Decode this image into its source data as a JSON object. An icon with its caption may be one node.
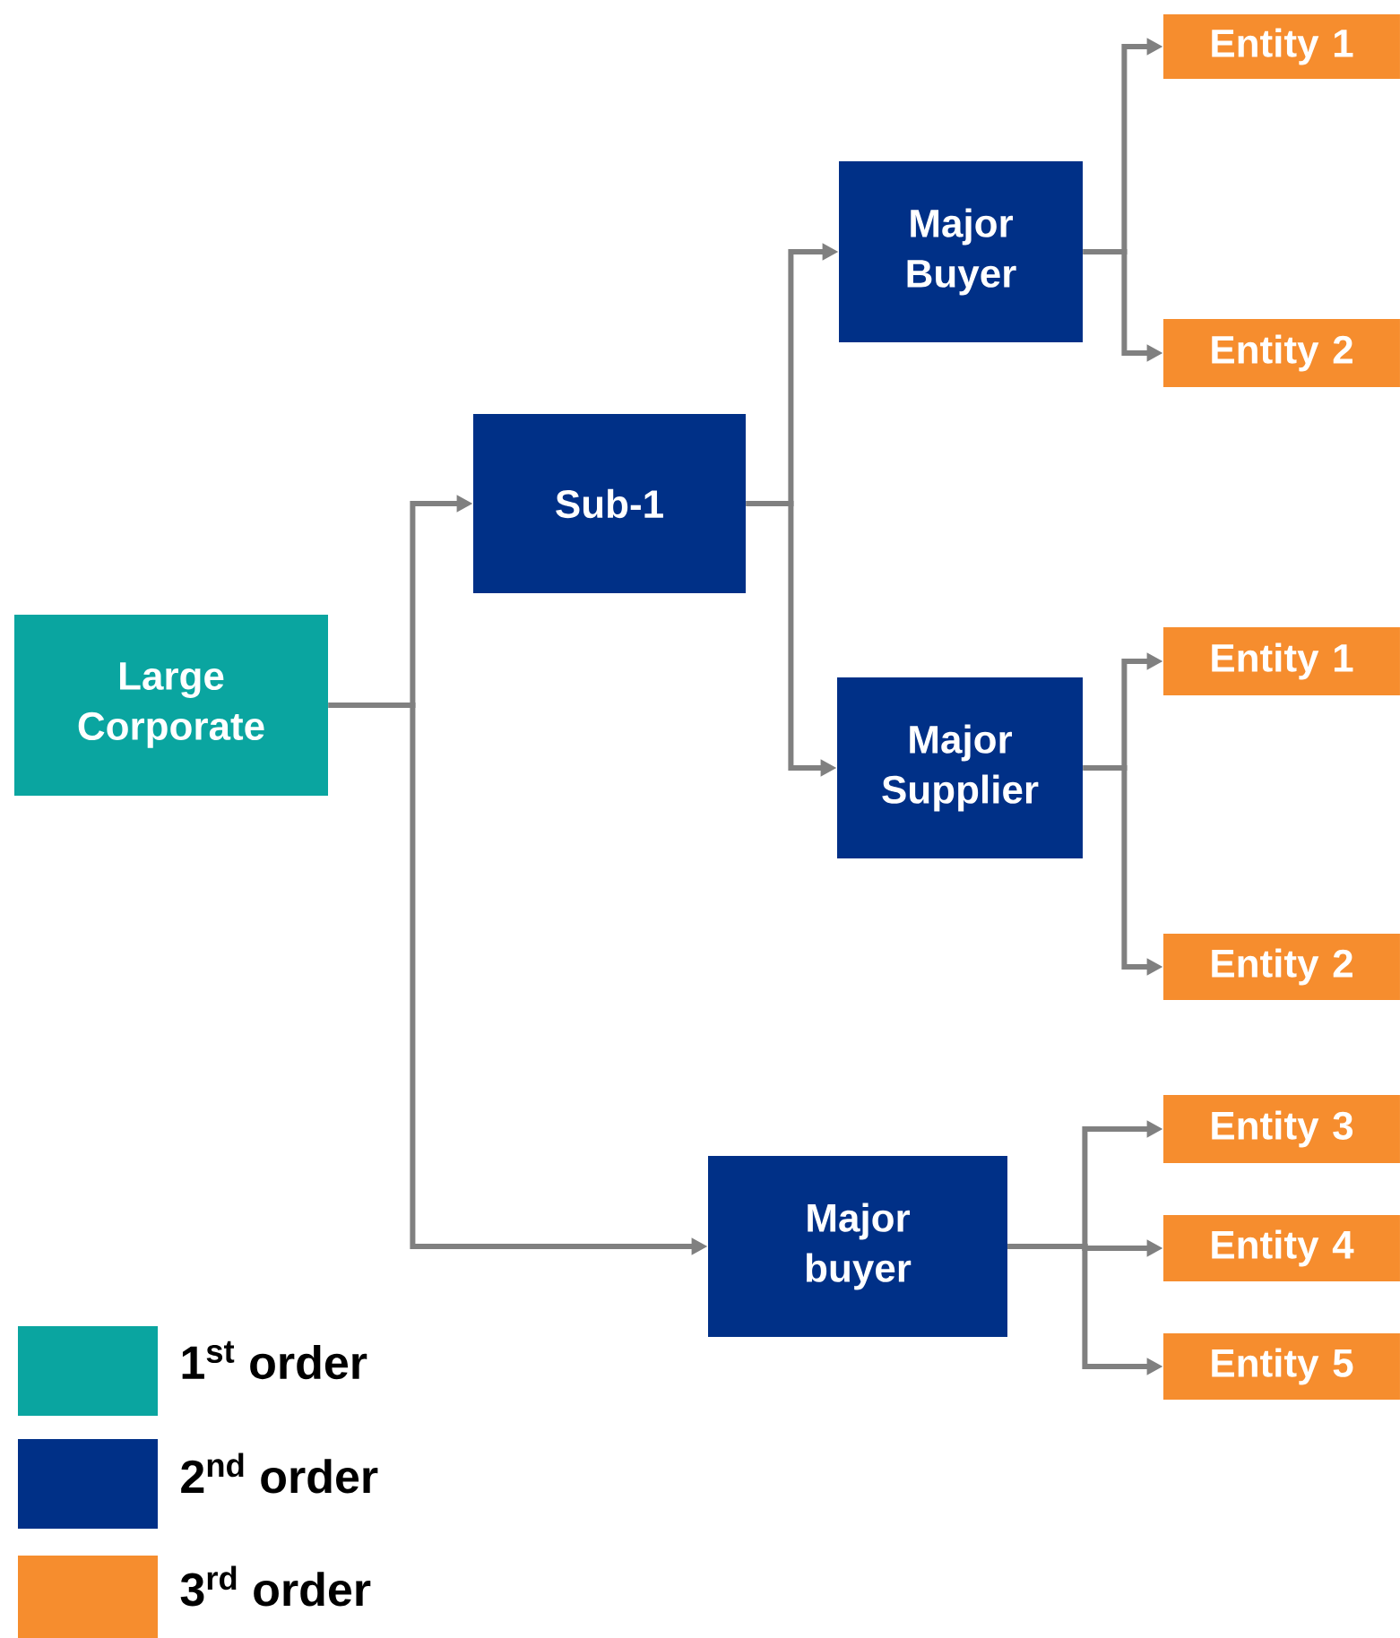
{
  "diagram": {
    "nodes": [
      {
        "text": [
          "Large Corporate"
        ]
      },
      {
        "text": [
          "Sub-1"
        ]
      },
      {
        "text": [
          "Major Buyer"
        ]
      },
      {
        "text": [
          "Major Supplier"
        ]
      },
      {
        "text": [
          "Major buyer"
        ]
      },
      {
        "text": [
          "Entity 1"
        ]
      },
      {
        "text": [
          "Entity 2"
        ]
      },
      {
        "text": [
          "Entity 1"
        ]
      },
      {
        "text": [
          "Entity 2"
        ]
      },
      {
        "text": [
          "Entity 3"
        ]
      },
      {
        "text": [
          "Entity 4"
        ]
      },
      {
        "text": [
          "Entity 5"
        ]
      }
    ],
    "edges": [
      {
        "from": 0,
        "to": 1,
        "arrow": "to"
      },
      {
        "from": 0,
        "to": 4,
        "arrow": "to"
      },
      {
        "from": 1,
        "to": 2,
        "arrow": "to"
      },
      {
        "from": 1,
        "to": 3,
        "arrow": "to"
      },
      {
        "from": 2,
        "to": 5,
        "arrow": "to"
      },
      {
        "from": 2,
        "to": 6,
        "arrow": "to"
      },
      {
        "from": 3,
        "to": 7,
        "arrow": "to"
      },
      {
        "from": 3,
        "to": 8,
        "arrow": "to"
      },
      {
        "from": 4,
        "to": 9,
        "arrow": "to"
      },
      {
        "from": 4,
        "to": 10,
        "arrow": "to"
      },
      {
        "from": 4,
        "to": 11,
        "arrow": "to"
      }
    ],
    "legend": [
      {
        "text": "1$^{st}$ order",
        "color": "#0aa5a0"
      },
      {
        "text": "2$^{nd}$ order",
        "color": "#003087"
      },
      {
        "text": "3$^{rd}$ order",
        "color": "#f68d2e"
      }
    ]
  }
}
